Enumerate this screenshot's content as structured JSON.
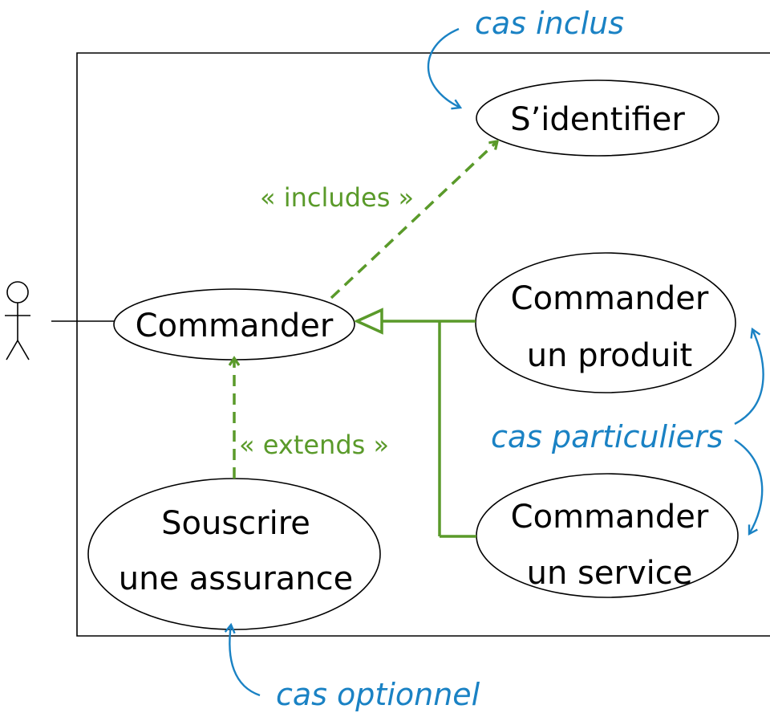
{
  "colors": {
    "relation": "#5a9a2a",
    "annotation": "#1a82c4",
    "line": "#000000"
  },
  "use_cases": {
    "identify": [
      "S’identifier"
    ],
    "order": [
      "Commander"
    ],
    "order_product": [
      "Commander",
      "un produit"
    ],
    "order_service": [
      "Commander",
      "un service"
    ],
    "insurance": [
      "Souscrire",
      "une assurance"
    ]
  },
  "relations": {
    "includes": "« includes »",
    "extends": "« extends »"
  },
  "annotations": {
    "included": "cas inclus",
    "special": "cas particuliers",
    "optional": "cas optionnel"
  },
  "icons": {
    "actor": "stick-figure-icon"
  }
}
